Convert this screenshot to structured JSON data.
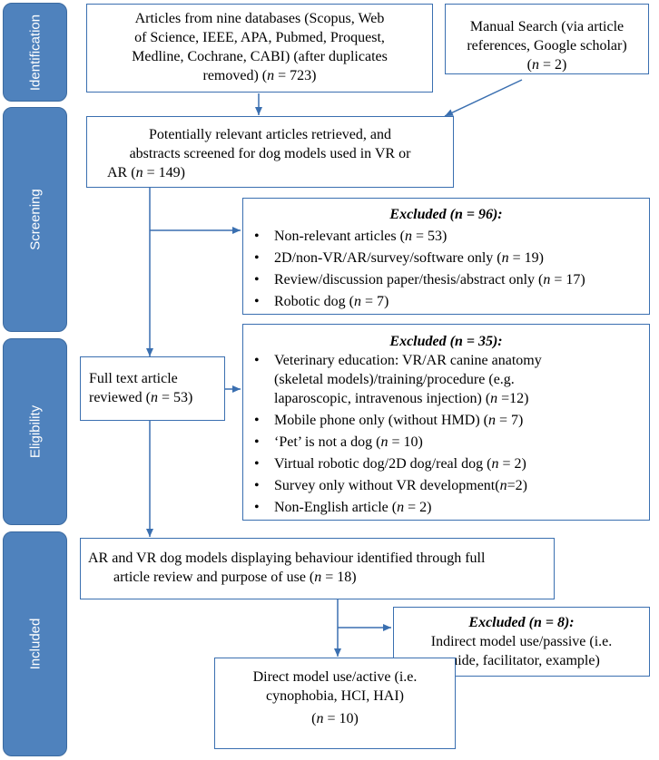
{
  "phases": {
    "identification": "Identification",
    "screening": "Screening",
    "eligibility": "Eligibility",
    "included": "Included"
  },
  "identification": {
    "databases_line1": "Articles from nine databases (Scopus, Web",
    "databases_line2": "of Science, IEEE, APA, Pubmed, Proquest,",
    "databases_line3": "Medline, Cochrane, CABI) (after duplicates",
    "databases_line4_pre": "removed) (",
    "databases_line4_post": " = 723)",
    "manual_line1": "Manual Search (via article",
    "manual_line2": "references, Google scholar)",
    "manual_line3_pre": "(",
    "manual_line3_post": " = 2)"
  },
  "screening": {
    "retrieved_line1": "Potentially relevant articles retrieved, and",
    "retrieved_line2": "abstracts screened for dog models used in VR or",
    "retrieved_line3_pre": "AR (",
    "retrieved_line3_post": " = 149)",
    "excluded_heading": "Excluded (n = 96):",
    "excluded_items": [
      {
        "pre": "Non-relevant articles (",
        "post": " = 53)"
      },
      {
        "pre": "2D/non-VR/AR/survey/software only (",
        "post": " = 19)"
      },
      {
        "pre": "Review/discussion paper/thesis/abstract only (",
        "post": " = 17)"
      },
      {
        "pre": "Robotic dog (",
        "post": " = 7)"
      }
    ]
  },
  "eligibility": {
    "fulltext_line1": "Full text article",
    "fulltext_line2_pre": "reviewed (",
    "fulltext_line2_post": " = 53)",
    "excluded_heading": "Excluded (n = 35):",
    "vet_line1": "Veterinary education: VR/AR canine anatomy",
    "vet_line2": "(skeletal models)/training/procedure (e.g.",
    "vet_line3_pre": "laparoscopic, intravenous injection) (",
    "vet_line3_post": " =12)",
    "excluded_items": [
      {
        "pre": "Mobile phone only (without HMD) (",
        "post": " = 7)"
      },
      {
        "pre": "‘Pet’ is not a dog (",
        "post": " = 10)"
      },
      {
        "pre": "Virtual robotic dog/2D dog/real dog (",
        "post": " = 2)"
      },
      {
        "pre": "Survey only without VR development(",
        "post": "=2)"
      },
      {
        "pre": "Non-English article (",
        "post": " = 2)"
      }
    ]
  },
  "included": {
    "models_line1": "AR and VR dog models displaying behaviour identified through full",
    "models_line2_pre": "article review and purpose of use (",
    "models_line2_post": " = 18)",
    "excluded_heading": "Excluded (n = 8):",
    "passive_line1": "Indirect model use/passive (i.e.",
    "passive_line2": "guide, facilitator, example)",
    "direct_line1": "Direct model use/active (i.e.",
    "direct_line2": "cynophobia, HCI, HAI)",
    "direct_line3_pre": "(",
    "direct_line3_post": " = 10)"
  },
  "n_symbol": "n",
  "colors": {
    "phase_fill": "#4f82bd",
    "box_border": "#3a6fb0",
    "arrow": "#3a6fb0"
  }
}
